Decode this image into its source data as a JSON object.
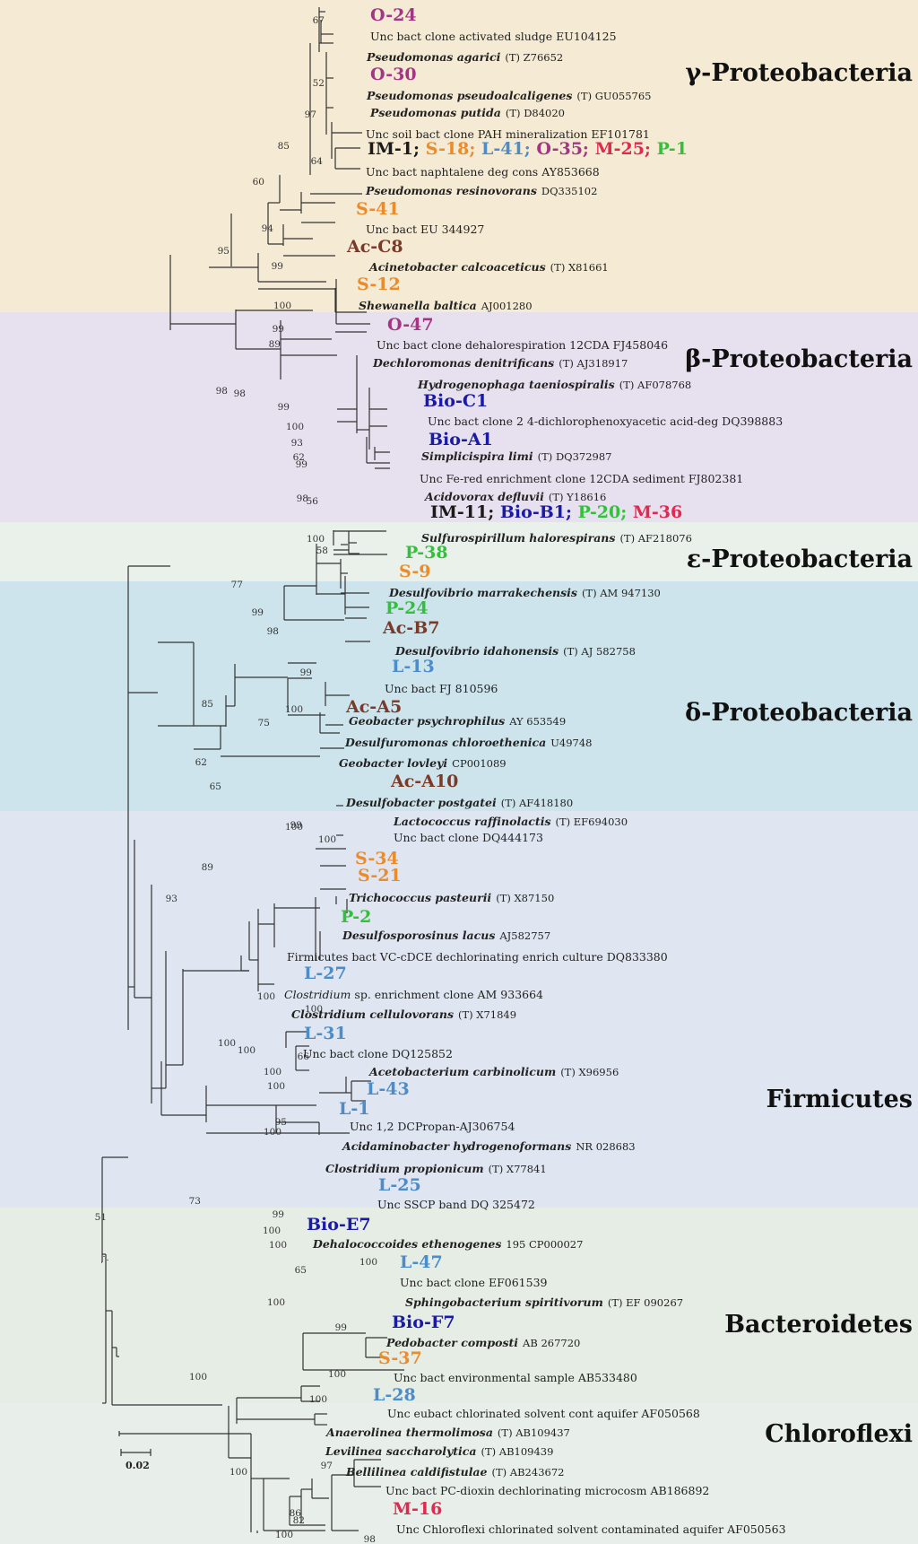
{
  "colors": {
    "gamma_band": "#f5ead3",
    "beta_band": "#e7e1ef",
    "epsilon_band": "#e9f1ea",
    "delta_band": "#cde4ec",
    "firmicutes_band": "#dfe6f1",
    "chloroflexi_band": "#e6ede4",
    "bacteroidetes_band": "#e8efea",
    "isolate_O": "#a33583",
    "isolate_S": "#ea8b2c",
    "isolate_L": "#4c8cc9",
    "isolate_M": "#e0294f",
    "isolate_P": "#33c03b",
    "isolate_Ac": "#7a3a2a",
    "isolate_Bio": "#1a1aa8",
    "isolate_IM": "#1a1a1a",
    "text": "#222222"
  },
  "groups": [
    {
      "id": "gamma",
      "label": "γ-Proteobacteria",
      "band": [
        0,
        348
      ]
    },
    {
      "id": "beta",
      "label": "β-Proteobacteria",
      "band": [
        348,
        582
      ]
    },
    {
      "id": "epsilon",
      "label": "ε-Proteobacteria",
      "band": [
        582,
        648
      ]
    },
    {
      "id": "delta",
      "label": "δ-Proteobacteria",
      "band": [
        648,
        904
      ]
    },
    {
      "id": "firmicutes",
      "label": "Firmicutes",
      "band": [
        904,
        1346
      ]
    },
    {
      "id": "chloroflexi",
      "label": "Chloroflexi",
      "band": [
        1346,
        1564
      ]
    },
    {
      "id": "bacteroidetes",
      "label": "Bacteroidetes",
      "band": [
        1564,
        1721
      ]
    }
  ],
  "scale_bar": {
    "label": "0.02"
  },
  "leaves": [
    {
      "type": "iso",
      "parts": [
        {
          "t": "O-24",
          "c": "isolate_O"
        }
      ]
    },
    {
      "type": "plain",
      "text": "Unc bact clone activated sludge EU104125"
    },
    {
      "type": "sp",
      "name": "Pseudomonas agarici",
      "acc": "(T) Z76652"
    },
    {
      "type": "iso",
      "parts": [
        {
          "t": "O-30",
          "c": "isolate_O"
        }
      ]
    },
    {
      "type": "sp",
      "name": "Pseudomonas pseudoalcaligenes",
      "acc": "(T) GU055765"
    },
    {
      "type": "sp",
      "name": "Pseudomonas putida",
      "acc": "(T) D84020"
    },
    {
      "type": "plain",
      "text": "Unc soil bact clone PAH mineralization EF101781"
    },
    {
      "type": "iso",
      "parts": [
        {
          "t": "IM-1; ",
          "c": "isolate_IM"
        },
        {
          "t": "S-18; ",
          "c": "isolate_S"
        },
        {
          "t": "L-41; ",
          "c": "isolate_L"
        },
        {
          "t": "O-35; ",
          "c": "isolate_O"
        },
        {
          "t": "M-25; ",
          "c": "isolate_M"
        },
        {
          "t": "P-1",
          "c": "isolate_P"
        }
      ]
    },
    {
      "type": "plain",
      "text": "Unc bact naphtalene deg cons AY853668"
    },
    {
      "type": "sp",
      "name": "Pseudomonas resinovorans",
      "acc": "DQ335102"
    },
    {
      "type": "iso",
      "parts": [
        {
          "t": "S-41",
          "c": "isolate_S"
        }
      ]
    },
    {
      "type": "plain",
      "text": "Unc bact EU 344927"
    },
    {
      "type": "iso",
      "parts": [
        {
          "t": "Ac-C8",
          "c": "isolate_Ac"
        }
      ]
    },
    {
      "type": "sp",
      "name": "Acinetobacter calcoaceticus",
      "acc": "(T) X81661"
    },
    {
      "type": "iso",
      "parts": [
        {
          "t": "S-12",
          "c": "isolate_S"
        }
      ]
    },
    {
      "type": "sp",
      "name": "Shewanella baltica",
      "acc": "AJ001280"
    },
    {
      "type": "iso",
      "parts": [
        {
          "t": "O-47",
          "c": "isolate_O"
        }
      ]
    },
    {
      "type": "plain",
      "text": "Unc bact clone dehalorespiration 12CDA FJ458046"
    },
    {
      "type": "sp",
      "name": "Dechloromonas denitrificans",
      "acc": "(T) AJ318917"
    },
    {
      "type": "sp",
      "name": "Hydrogenophaga taeniospiralis",
      "acc": "(T) AF078768"
    },
    {
      "type": "iso",
      "parts": [
        {
          "t": "Bio-C1",
          "c": "isolate_Bio"
        }
      ]
    },
    {
      "type": "plain",
      "text": "Unc bact clone 2 4-dichlorophenoxyacetic acid-deg DQ398883"
    },
    {
      "type": "iso",
      "parts": [
        {
          "t": "Bio-A1",
          "c": "isolate_Bio"
        }
      ]
    },
    {
      "type": "sp",
      "name": "Simplicispira limi",
      "acc": "(T) DQ372987"
    },
    {
      "type": "plain",
      "text": "Unc Fe-red enrichment clone 12CDA sediment FJ802381"
    },
    {
      "type": "sp",
      "name": "Acidovorax defluvii",
      "acc": "(T) Y18616"
    },
    {
      "type": "iso",
      "parts": [
        {
          "t": "IM-11; ",
          "c": "isolate_IM"
        },
        {
          "t": "Bio-B1; ",
          "c": "isolate_Bio"
        },
        {
          "t": "P-20; ",
          "c": "isolate_P"
        },
        {
          "t": "M-36",
          "c": "isolate_M"
        }
      ]
    },
    {
      "type": "sp",
      "name": "Sulfurospirillum halorespirans",
      "acc": "(T) AF218076"
    },
    {
      "type": "iso",
      "parts": [
        {
          "t": "P-38",
          "c": "isolate_P"
        }
      ]
    },
    {
      "type": "iso",
      "parts": [
        {
          "t": "S-9",
          "c": "isolate_S"
        }
      ]
    },
    {
      "type": "sp",
      "name": "Desulfovibrio marrakechensis",
      "acc": "(T) AM 947130"
    },
    {
      "type": "iso",
      "parts": [
        {
          "t": "P-24",
          "c": "isolate_P"
        }
      ]
    },
    {
      "type": "iso",
      "parts": [
        {
          "t": "Ac-B7",
          "c": "isolate_Ac"
        }
      ]
    },
    {
      "type": "sp",
      "name": "Desulfovibrio idahonensis",
      "acc": "(T) AJ 582758"
    },
    {
      "type": "iso",
      "parts": [
        {
          "t": "L-13",
          "c": "isolate_L"
        }
      ]
    },
    {
      "type": "plain",
      "text": "Unc bact  FJ 810596"
    },
    {
      "type": "iso",
      "parts": [
        {
          "t": "Ac-A5",
          "c": "isolate_Ac"
        }
      ]
    },
    {
      "type": "sp",
      "name": "Geobacter psychrophilus",
      "acc": "AY 653549"
    },
    {
      "type": "sp",
      "name": "Desulfuromonas chloroethenica",
      "acc": "U49748"
    },
    {
      "type": "sp",
      "name": "Geobacter lovleyi",
      "acc": "CP001089"
    },
    {
      "type": "iso",
      "parts": [
        {
          "t": "Ac-A10",
          "c": "isolate_Ac"
        }
      ]
    },
    {
      "type": "sp",
      "name": "Desulfobacter postgatei",
      "acc": "(T) AF418180"
    },
    {
      "type": "sp",
      "name": "Lactococcus raffinolactis",
      "acc": "(T) EF694030"
    },
    {
      "type": "plain",
      "text": "Unc bact clone DQ444173"
    },
    {
      "type": "iso",
      "parts": [
        {
          "t": "S-34",
          "c": "isolate_S"
        }
      ]
    },
    {
      "type": "iso",
      "parts": [
        {
          "t": "S-21",
          "c": "isolate_S"
        }
      ]
    },
    {
      "type": "sp",
      "name": "Trichococcus pasteurii",
      "acc": "(T) X87150"
    },
    {
      "type": "iso",
      "parts": [
        {
          "t": "P-2",
          "c": "isolate_P"
        }
      ]
    },
    {
      "type": "sp",
      "name": "Desulfosporosinus lacus",
      "acc": "AJ582757"
    },
    {
      "type": "plain",
      "text": "Firmicutes bact VC-cDCE dechlorinating enrich culture DQ833380"
    },
    {
      "type": "iso",
      "parts": [
        {
          "t": "L-27",
          "c": "isolate_L"
        }
      ]
    },
    {
      "type": "mixed",
      "name": "Clostridium",
      "rest": "sp. enrichment clone AM 933664"
    },
    {
      "type": "sp",
      "name": "Clostridium cellulovorans",
      "acc": "(T) X71849"
    },
    {
      "type": "iso",
      "parts": [
        {
          "t": "L-31",
          "c": "isolate_L"
        }
      ]
    },
    {
      "type": "plain",
      "text": "Unc bact clone DQ125852"
    },
    {
      "type": "sp",
      "name": "Acetobacterium carbinolicum",
      "acc": "(T) X96956"
    },
    {
      "type": "iso",
      "parts": [
        {
          "t": "L-43",
          "c": "isolate_L"
        }
      ]
    },
    {
      "type": "iso",
      "parts": [
        {
          "t": "L-1",
          "c": "isolate_L"
        }
      ]
    },
    {
      "type": "plain",
      "text": "Unc 1,2 DCPropan-AJ306754"
    },
    {
      "type": "sp",
      "name": "Acidaminobacter hydrogenoformans",
      "acc": "NR 028683"
    },
    {
      "type": "sp",
      "name": "Clostridium propionicum",
      "acc": "(T) X77841"
    },
    {
      "type": "iso",
      "parts": [
        {
          "t": "L-25",
          "c": "isolate_L"
        }
      ]
    },
    {
      "type": "plain",
      "text": "Unc SSCP band  DQ 325472"
    },
    {
      "type": "iso",
      "parts": [
        {
          "t": "Bio-E7",
          "c": "isolate_Bio"
        }
      ]
    },
    {
      "type": "sp",
      "name": "Dehalococcoides ethenogenes",
      "acc": "195 CP000027"
    },
    {
      "type": "iso",
      "parts": [
        {
          "t": "L-47",
          "c": "isolate_L"
        }
      ]
    },
    {
      "type": "plain",
      "text": "Unc bact clone EF061539"
    },
    {
      "type": "sp",
      "name": "Sphingobacterium spiritivorum",
      "acc": "(T) EF 090267"
    },
    {
      "type": "iso",
      "parts": [
        {
          "t": "Bio-F7",
          "c": "isolate_Bio"
        }
      ]
    },
    {
      "type": "sp",
      "name": "Pedobacter composti",
      "acc": "AB 267720"
    },
    {
      "type": "iso",
      "parts": [
        {
          "t": "S-37",
          "c": "isolate_S"
        }
      ]
    },
    {
      "type": "plain",
      "text": "Unc bact environmental sample AB533480"
    },
    {
      "type": "iso",
      "parts": [
        {
          "t": "L-28",
          "c": "isolate_L"
        }
      ]
    },
    {
      "type": "plain",
      "text": "Unc eubact chlorinated solvent cont aquifer AF050568"
    },
    {
      "type": "sp",
      "name": "Anaerolinea thermolimosa",
      "acc": "(T) AB109437"
    },
    {
      "type": "sp",
      "name": "Levilinea saccharolytica",
      "acc": "(T) AB109439"
    },
    {
      "type": "sp",
      "name": "Bellilinea caldifistulae",
      "acc": "(T) AB243672"
    },
    {
      "type": "plain",
      "text": "Unc bact PC-dioxin dechlorinating microcosm AB186892"
    },
    {
      "type": "iso",
      "parts": [
        {
          "t": "M-16",
          "c": "isolate_M"
        }
      ]
    },
    {
      "type": "plain",
      "text": "Unc Chloroflexi chlorinated solvent contaminated aquifer AF050563"
    }
  ],
  "bootstrap": [
    "67",
    "52",
    "97",
    "64",
    "85",
    "60",
    "94",
    "95",
    "99",
    "100",
    "98",
    "99",
    "89",
    "98",
    "99",
    "100",
    "93",
    "62",
    "99",
    "98",
    "56",
    "100",
    "58",
    "77",
    "99",
    "98",
    "99",
    "85",
    "100",
    "75",
    "62",
    "65",
    "100",
    "100",
    "99",
    "89",
    "93",
    "100",
    "100",
    "66",
    "100",
    "100",
    "100",
    "100",
    "95",
    "100",
    "73",
    "99",
    "100",
    "51",
    "100",
    "100",
    "65",
    "100",
    "99",
    "100",
    "100",
    "100",
    "100",
    "86",
    "97",
    "82",
    "100",
    "98"
  ]
}
